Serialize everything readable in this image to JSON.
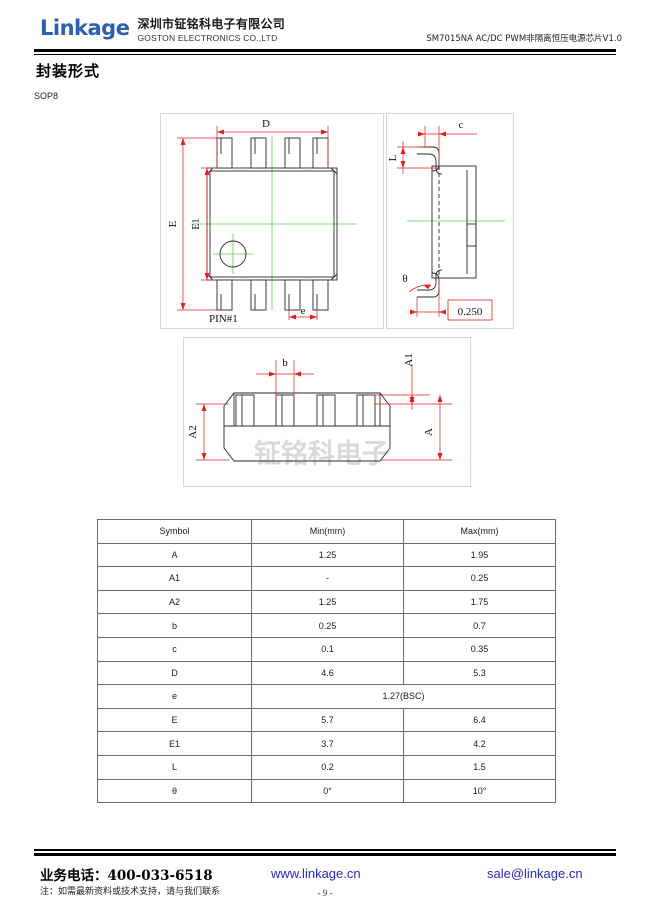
{
  "header": {
    "logo_word": "Linkage",
    "company_cn": "深圳市钲铭科电子有限公司",
    "company_en": "GOSTON ELECTRONICS CO.,LTD",
    "doc_title": "SM7015NA AC/DC PWM非隔离恒压电源芯片V1.0"
  },
  "section": {
    "title": "封装形式",
    "package_tag": "SOP8"
  },
  "drawings": {
    "top_view": {
      "label_d": "D",
      "label_e": "E",
      "label_e1": "E1",
      "label_e_pitch": "e",
      "label_pin1": "PIN#1"
    },
    "side_view": {
      "label_c": "c",
      "label_l": "L",
      "label_theta": "θ",
      "label_value": "0.250"
    },
    "bottom_view": {
      "label_b": "b",
      "label_a": "A",
      "label_a1": "A1",
      "label_a2": "A2",
      "watermark": "钲铭科电子"
    }
  },
  "dimension_table": {
    "headers": [
      "Symbol",
      "Min(mm)",
      "Max(mm)"
    ],
    "rows": [
      {
        "symbol": "A",
        "min": "1.25",
        "max": "1.95"
      },
      {
        "symbol": "A1",
        "min": "-",
        "max": "0.25"
      },
      {
        "symbol": "A2",
        "min": "1.25",
        "max": "1.75"
      },
      {
        "symbol": "b",
        "min": "0.25",
        "max": "0.7"
      },
      {
        "symbol": "c",
        "min": "0.1",
        "max": "0.35"
      },
      {
        "symbol": "D",
        "min": "4.6",
        "max": "5.3"
      },
      {
        "symbol": "e",
        "span": "1.27(BSC)"
      },
      {
        "symbol": "E",
        "min": "5.7",
        "max": "6.4"
      },
      {
        "symbol": "E1",
        "min": "3.7",
        "max": "4.2"
      },
      {
        "symbol": "L",
        "min": "0.2",
        "max": "1.5"
      },
      {
        "symbol": "θ",
        "min": "0°",
        "max": "10°"
      }
    ]
  },
  "footer": {
    "phone": "业务电话：400-033-6518",
    "note": "注：如需最新资料或技术支持，请与我们联系",
    "website": "www.linkage.cn",
    "email": "sale@linkage.cn",
    "page_number": "- 9 -"
  },
  "colors": {
    "brand_blue": "#2b5fb0",
    "link_blue": "#2a2ab8",
    "dimension_red": "#e02020",
    "centerline_green": "#5fc95f"
  }
}
